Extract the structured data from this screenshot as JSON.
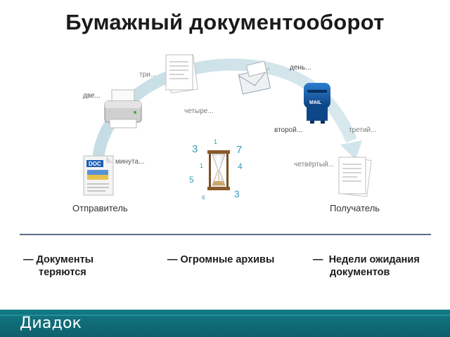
{
  "title": "Бумажный документооборот",
  "labels": {
    "minute": "минута...",
    "two": "две...",
    "three": "три...",
    "four": "четыре...",
    "day": "день...",
    "second": "второй...",
    "third": "третий...",
    "fourth": "четвёртый..."
  },
  "nodes": {
    "sender": "Отправитель",
    "receiver": "Получатель",
    "doc_badge": "DOC",
    "mail_badge": "MAIL"
  },
  "clock_numbers": [
    "1",
    "3",
    "7",
    "1",
    "4",
    "5",
    "3",
    "6"
  ],
  "problems": [
    {
      "dash": "—",
      "line1": "Документы",
      "line2": "теряются"
    },
    {
      "dash": "—",
      "line1": "Огромные архивы",
      "line2": ""
    },
    {
      "dash": "—",
      "line1": "Недели ожидания",
      "line2": "документов"
    }
  ],
  "footer": {
    "brand": "Диадок"
  },
  "colors": {
    "arrow": "#cfe4ea",
    "divider": "#5a6f86",
    "footer": "#137a86",
    "accent": "#3a9bb8"
  }
}
